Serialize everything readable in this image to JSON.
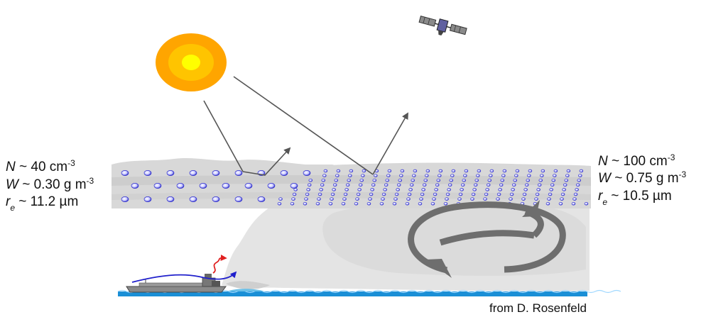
{
  "left_cloud": {
    "n": {
      "symbol": "N",
      "value": " ~ 40 cm",
      "exp": "-3"
    },
    "w": {
      "symbol": "W",
      "value": " ~ 0.30 g m",
      "exp": "-3"
    },
    "re": {
      "symbol": "r",
      "sub": "e",
      "value": " ~ 11.2 µm"
    }
  },
  "right_cloud": {
    "n": {
      "symbol": "N",
      "value": " ~ 100 cm",
      "exp": "-3"
    },
    "w": {
      "symbol": "W",
      "value": " ~ 0.75 g m",
      "exp": "-3"
    },
    "re": {
      "symbol": "r",
      "sub": "e",
      "value": " ~ 10.5 µm"
    }
  },
  "credit": "from D. Rosenfeld",
  "colors": {
    "sun_outer": "#FFA500",
    "sun_mid": "#FFC400",
    "sun_core": "#FFFF00",
    "droplet": "#3333cc",
    "cloud": "#d8d8d8",
    "plume": "#e4e4e4",
    "arrow": "#555555",
    "circulation": "#6e6e6e",
    "sea": "#1a8fd6",
    "heat_arrow": "#e02020",
    "moisture_arrow": "#2020cc"
  },
  "icons": [
    "sun-icon",
    "satellite-icon",
    "ship-icon"
  ]
}
